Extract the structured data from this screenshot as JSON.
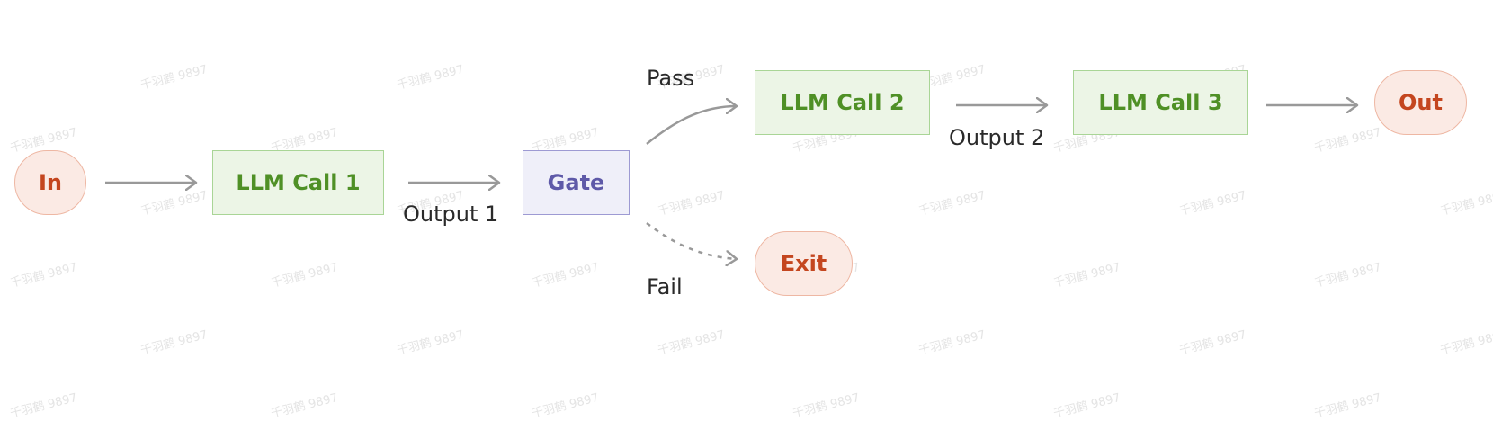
{
  "nodes": {
    "in": "In",
    "llm_call_1": "LLM Call 1",
    "gate": "Gate",
    "llm_call_2": "LLM Call 2",
    "llm_call_3": "LLM Call 3",
    "out": "Out",
    "exit": "Exit"
  },
  "edge_labels": {
    "output_1": "Output 1",
    "pass": "Pass",
    "fail": "Fail",
    "output_2": "Output 2"
  },
  "watermark": "千羽鹤 9897",
  "colors": {
    "terminal_fill": "#fbeae4",
    "terminal_text": "#c4461f",
    "llm_fill": "#ecf5e6",
    "llm_text": "#4f9026",
    "gate_fill": "#efeff9",
    "gate_text": "#5e59a8",
    "arrow": "#999999"
  }
}
